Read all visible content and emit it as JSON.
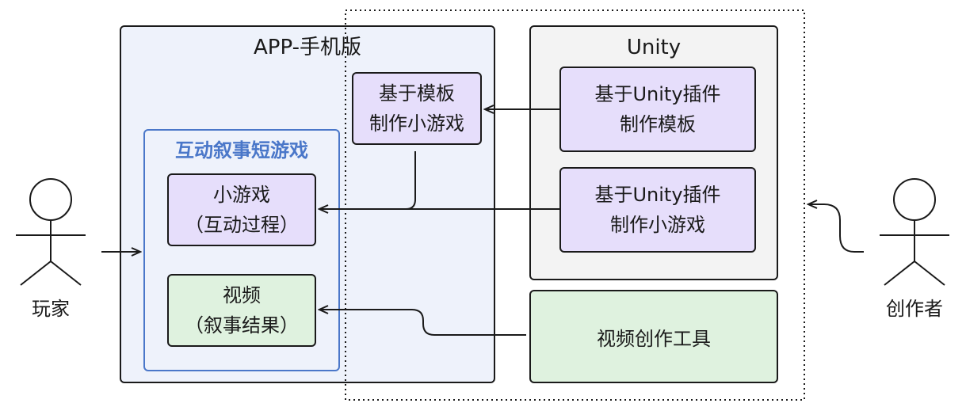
{
  "app": {
    "title": "APP-手机版"
  },
  "interactive": {
    "title": "互动叙事短游戏",
    "mini_game": "小游戏\n（互动过程）",
    "video": "视频\n（叙事结果）"
  },
  "template_game": "基于模板\n制作小游戏",
  "unity": {
    "title": "Unity",
    "plugin_template": "基于Unity插件\n制作模板",
    "plugin_game": "基于Unity插件\n制作小游戏"
  },
  "video_tool": "视频创作工具",
  "actors": {
    "player": "玩家",
    "creator": "创作者"
  },
  "colors": {
    "app_bg": "#eef2fb",
    "interactive_border": "#4a77c9",
    "interactive_title": "#4a77c9",
    "purple": "#e6defb",
    "green": "#dff2df",
    "unity_bg": "#f3f3f3",
    "border": "#1a1a1a"
  }
}
